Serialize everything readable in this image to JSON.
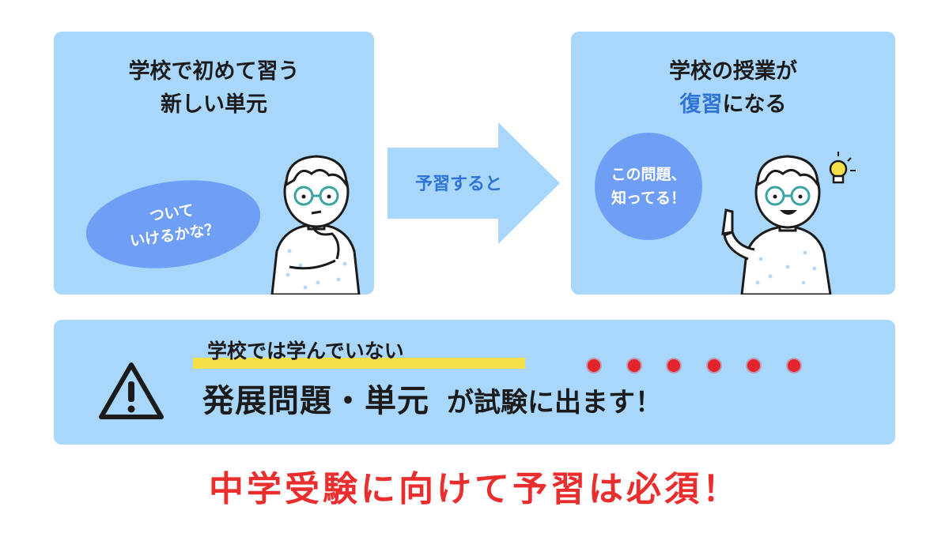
{
  "left_panel": {
    "title_lines": [
      "学校で初めて習う",
      "新しい単元"
    ],
    "bubble_lines": [
      "ついて",
      "いけるかな？"
    ]
  },
  "arrow": {
    "label": "予習すると"
  },
  "right_panel": {
    "title_line1": "学校の授業が",
    "title_line2_accent": "復習",
    "title_line2_rest": "になる",
    "bubble_lines": [
      "この問題、",
      "知ってる！"
    ]
  },
  "notice": {
    "highlighted_text": "学校では学んでいない",
    "main_emphasis": "発展問題・単元",
    "main_rest": "が試験に出ます！",
    "icon": "warning-triangle-icon"
  },
  "footer": {
    "heading": "中学受験に向けて予習は必須！"
  },
  "colors": {
    "panel": "#a9d6fb",
    "bubble": "#6f9ff5",
    "accent_blue": "#2f73d6",
    "highlight_yellow": "#f6e04a",
    "emphasis_red": "#e1252a",
    "heading_red": "#ea2e2e"
  }
}
